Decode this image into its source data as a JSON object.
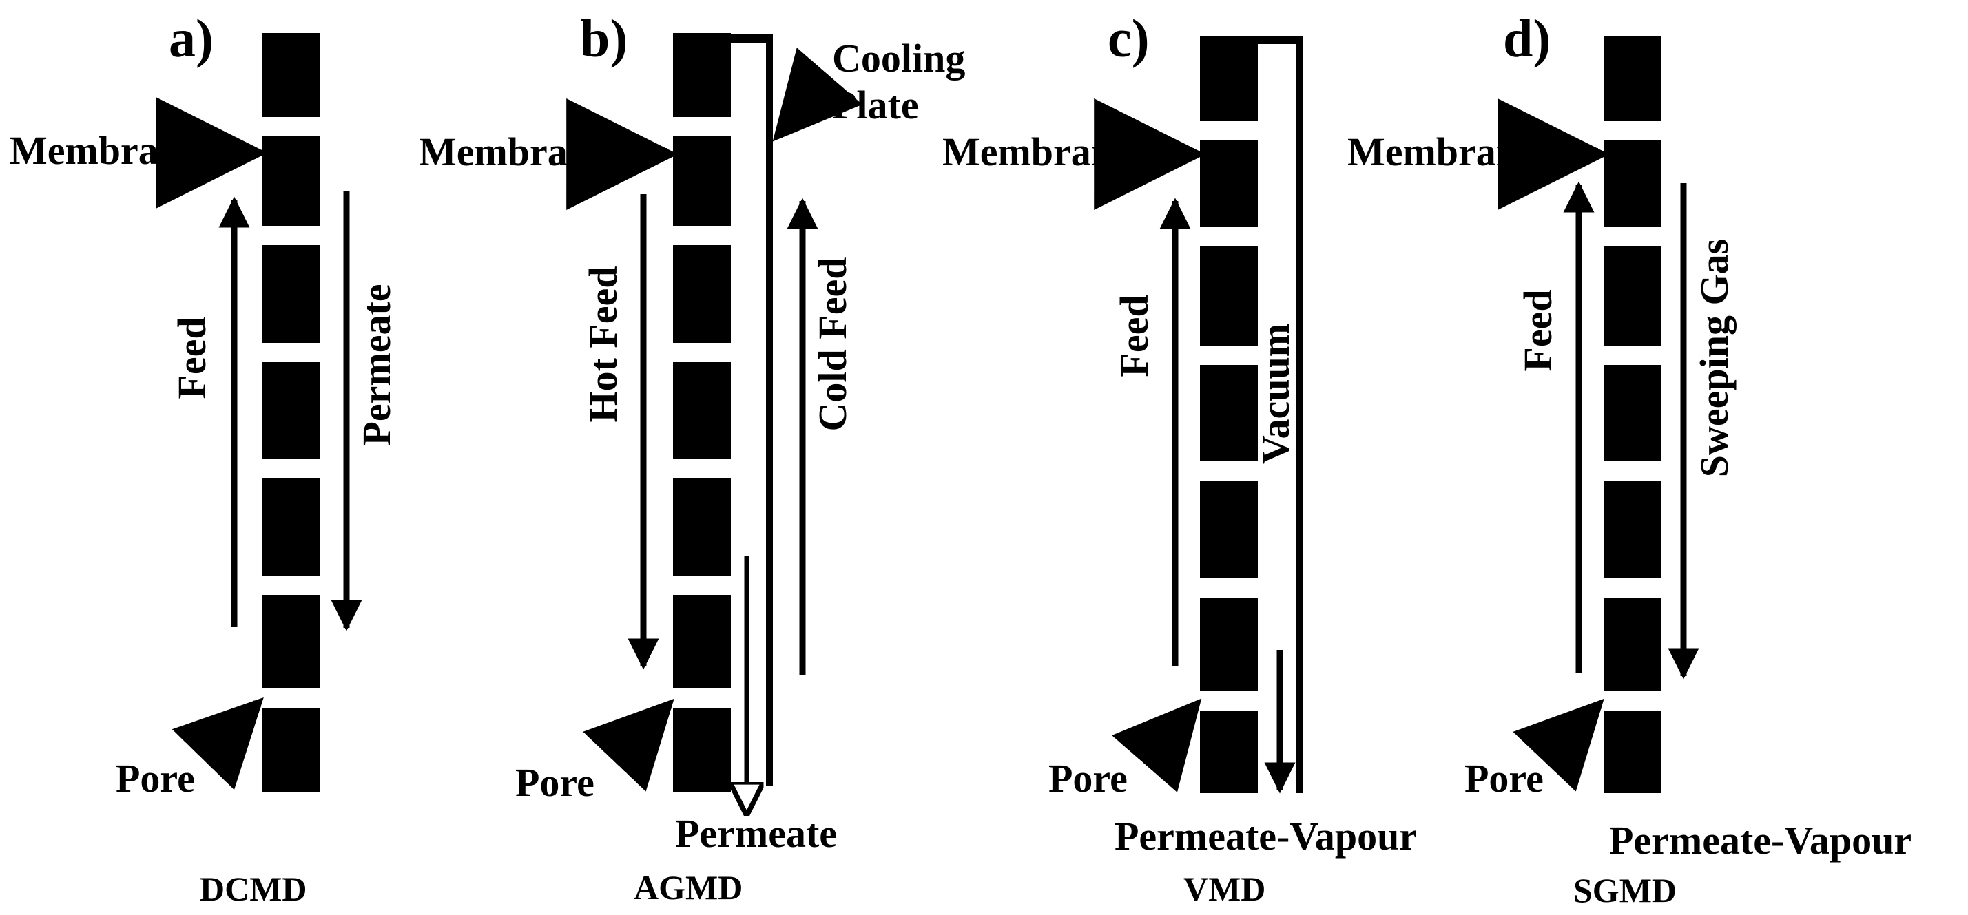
{
  "panels": [
    {
      "letter": "a)",
      "membrane": "Membrane",
      "pore": "Pore",
      "feed": "Feed",
      "other_flow": "Permeate",
      "code": "DCMD"
    },
    {
      "letter": "b)",
      "membrane": "Membrane",
      "pore": "Pore",
      "feed": "Hot Feed",
      "other_flow": "Cold Feed",
      "plate_line1": "Cooling",
      "plate_line2": "Plate",
      "bottom": "Permeate",
      "code": "AGMD"
    },
    {
      "letter": "c)",
      "membrane": "Membrane",
      "pore": "Pore",
      "feed": "Feed",
      "other_flow": "Vacuum",
      "bottom": "Permeate-Vapour",
      "code": "VMD"
    },
    {
      "letter": "d)",
      "membrane": "Membrane",
      "pore": "Pore",
      "feed": "Feed",
      "other_flow": "Sweeping Gas",
      "bottom": "Permeate-Vapour",
      "code": "SGMD"
    }
  ],
  "colors": {
    "ink": "#000000",
    "paper": "#ffffff"
  }
}
